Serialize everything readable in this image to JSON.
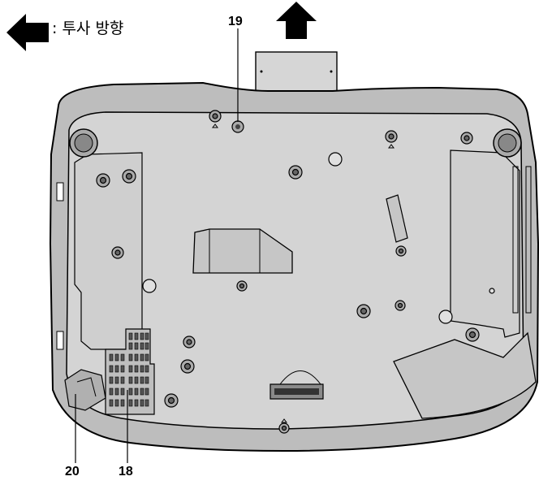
{
  "legend": {
    "text": ": 투사 방향"
  },
  "callouts": {
    "c19": "19",
    "c20": "20",
    "c18": "18"
  }
}
